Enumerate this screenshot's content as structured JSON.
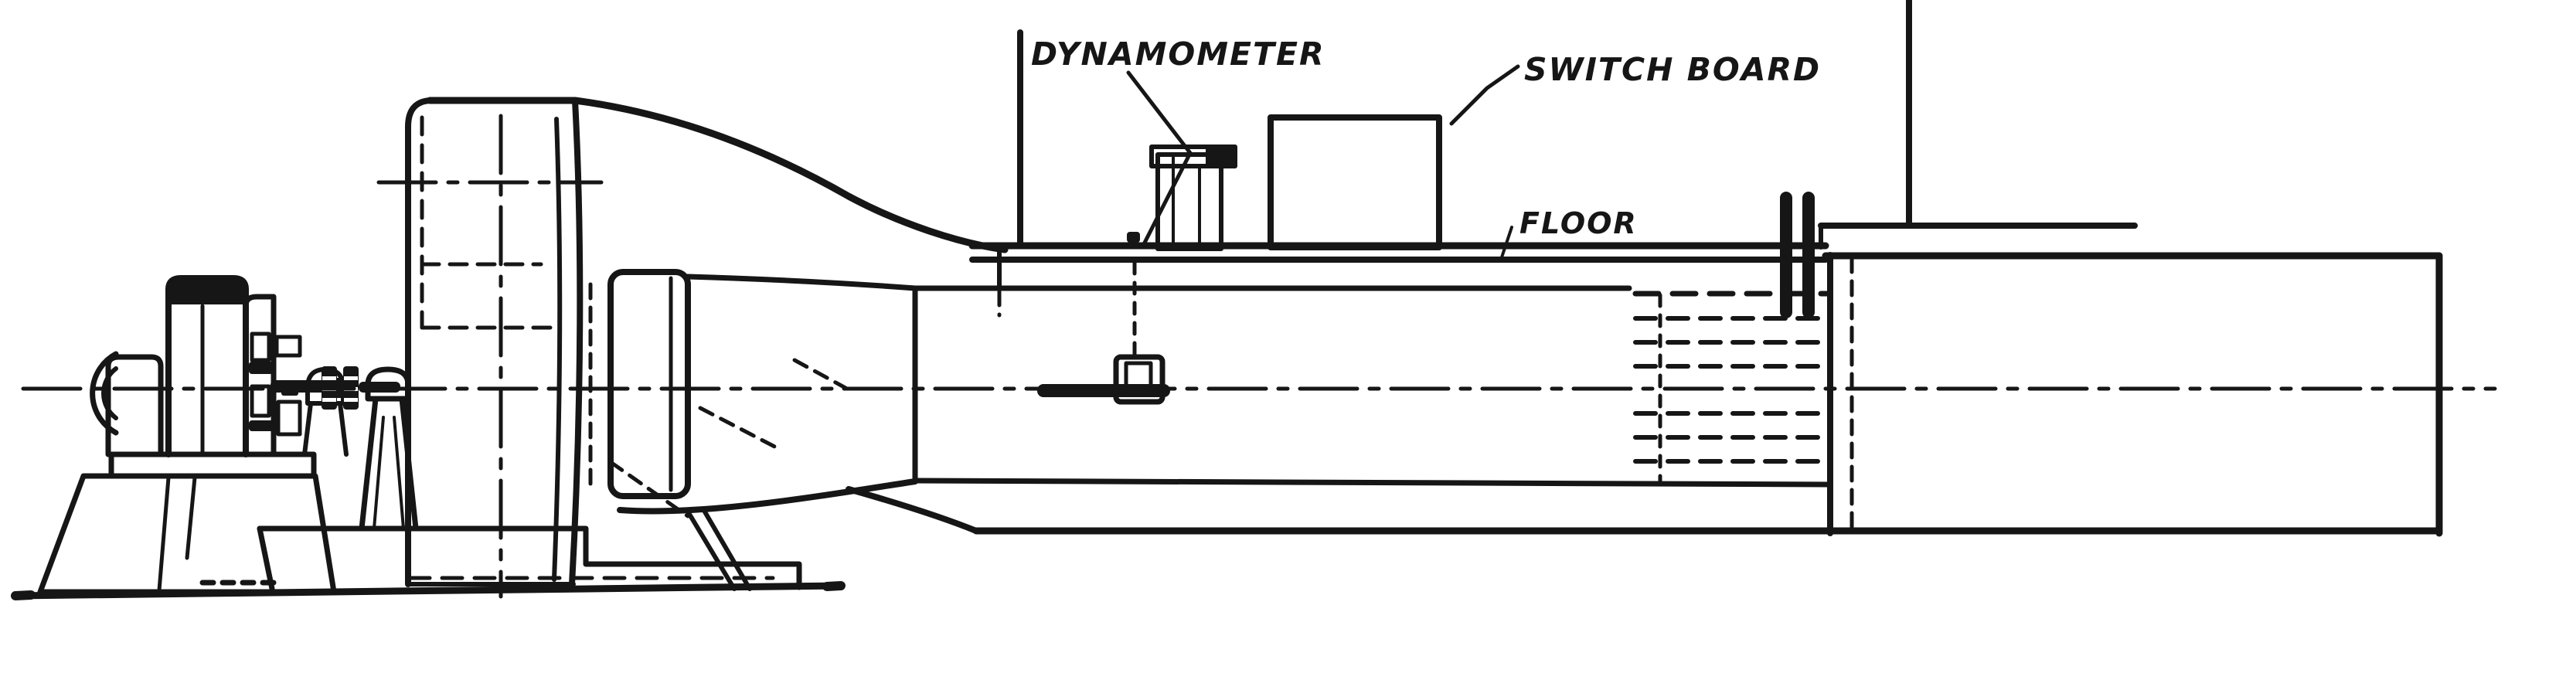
{
  "labels": {
    "dynamometer": "DYNAMOMETER",
    "switch_board": "SWITCH BOARD",
    "floor": "FLOOR"
  },
  "colors": {
    "ink": "#161616",
    "paper": "#ffffff"
  }
}
